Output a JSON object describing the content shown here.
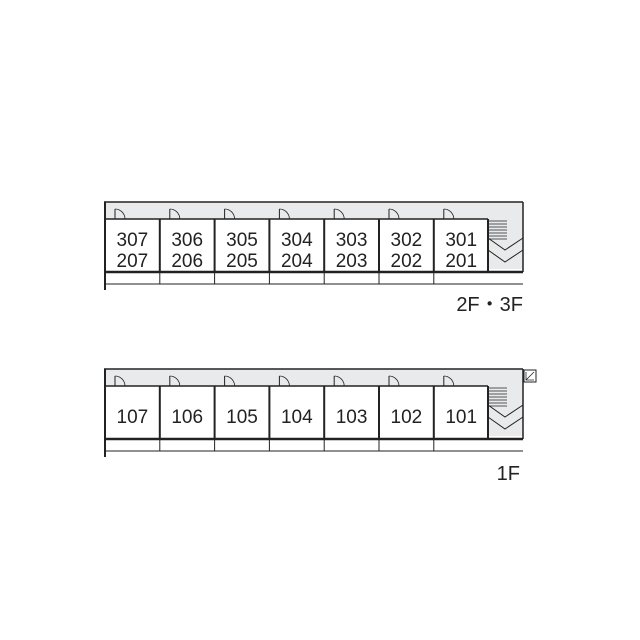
{
  "floors": [
    {
      "label": "2F・3F",
      "units": [
        {
          "upper": "307",
          "lower": "207"
        },
        {
          "upper": "306",
          "lower": "206"
        },
        {
          "upper": "305",
          "lower": "205"
        },
        {
          "upper": "304",
          "lower": "204"
        },
        {
          "upper": "303",
          "lower": "203"
        },
        {
          "upper": "302",
          "lower": "202"
        },
        {
          "upper": "301",
          "lower": "201"
        }
      ]
    },
    {
      "label": "1F",
      "units": [
        {
          "upper": "107"
        },
        {
          "upper": "106"
        },
        {
          "upper": "105"
        },
        {
          "upper": "104"
        },
        {
          "upper": "103"
        },
        {
          "upper": "102"
        },
        {
          "upper": "101"
        }
      ]
    }
  ],
  "colors": {
    "line": "#222222",
    "corridor": "#e9eaeb",
    "background": "#ffffff"
  }
}
